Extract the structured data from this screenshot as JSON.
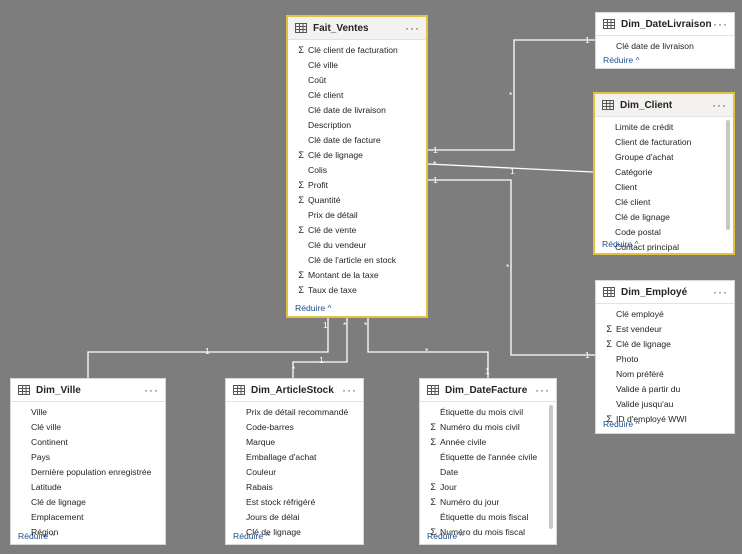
{
  "tables": {
    "fait_ventes": {
      "title": "Fait_Ventes",
      "fields": [
        {
          "sum": true,
          "name": "Clé client de facturation"
        },
        {
          "sum": false,
          "name": "Clé ville"
        },
        {
          "sum": false,
          "name": "Coût"
        },
        {
          "sum": false,
          "name": "Clé client"
        },
        {
          "sum": false,
          "name": "Clé date de livraison"
        },
        {
          "sum": false,
          "name": "Description"
        },
        {
          "sum": false,
          "name": "Clé date de facture"
        },
        {
          "sum": true,
          "name": "Clé de lignage"
        },
        {
          "sum": false,
          "name": "Colis"
        },
        {
          "sum": true,
          "name": "Profit"
        },
        {
          "sum": true,
          "name": "Quantité"
        },
        {
          "sum": false,
          "name": "Prix de détail"
        },
        {
          "sum": true,
          "name": "Clé de vente"
        },
        {
          "sum": false,
          "name": "Clé du vendeur"
        },
        {
          "sum": false,
          "name": "Clé de l'article en stock"
        },
        {
          "sum": true,
          "name": "Montant de la taxe"
        },
        {
          "sum": true,
          "name": "Taux de taxe"
        }
      ],
      "reduce": "Réduire ^"
    },
    "dim_datelivraison": {
      "title": "Dim_DateLivraison",
      "fields": [
        {
          "sum": false,
          "name": "Clé date de livraison"
        }
      ],
      "reduce": "Réduire ^"
    },
    "dim_client": {
      "title": "Dim_Client",
      "fields": [
        {
          "sum": false,
          "name": "Limite de crédit"
        },
        {
          "sum": false,
          "name": "Client de facturation"
        },
        {
          "sum": false,
          "name": "Groupe d'achat"
        },
        {
          "sum": false,
          "name": "Catégorie"
        },
        {
          "sum": false,
          "name": "Client"
        },
        {
          "sum": false,
          "name": "Clé client"
        },
        {
          "sum": false,
          "name": "Clé de lignage"
        },
        {
          "sum": false,
          "name": "Code postal"
        },
        {
          "sum": false,
          "name": "Contact principal"
        }
      ],
      "reduce": "Réduire ^"
    },
    "dim_employe": {
      "title": "Dim_Employé",
      "fields": [
        {
          "sum": false,
          "name": "Clé employé"
        },
        {
          "sum": true,
          "name": "Est vendeur"
        },
        {
          "sum": true,
          "name": "Clé de lignage"
        },
        {
          "sum": false,
          "name": "Photo"
        },
        {
          "sum": false,
          "name": "Nom préféré"
        },
        {
          "sum": false,
          "name": "Valide à partir du"
        },
        {
          "sum": false,
          "name": "Valide jusqu'au"
        },
        {
          "sum": true,
          "name": "ID d'employé WWI"
        }
      ],
      "reduce": "Réduire ^"
    },
    "dim_ville": {
      "title": "Dim_Ville",
      "fields": [
        {
          "sum": false,
          "name": "Ville"
        },
        {
          "sum": false,
          "name": "Clé ville"
        },
        {
          "sum": false,
          "name": "Continent"
        },
        {
          "sum": false,
          "name": "Pays"
        },
        {
          "sum": false,
          "name": "Dernière population enregistrée"
        },
        {
          "sum": false,
          "name": "Latitude"
        },
        {
          "sum": false,
          "name": "Clé de lignage"
        },
        {
          "sum": false,
          "name": "Emplacement"
        },
        {
          "sum": false,
          "name": "Région"
        }
      ],
      "reduce": "Réduire ^"
    },
    "dim_articlestock": {
      "title": "Dim_ArticleStock",
      "fields": [
        {
          "sum": false,
          "name": "Prix de détail recommandé"
        },
        {
          "sum": false,
          "name": "Code-barres"
        },
        {
          "sum": false,
          "name": "Marque"
        },
        {
          "sum": false,
          "name": "Emballage d'achat"
        },
        {
          "sum": false,
          "name": "Couleur"
        },
        {
          "sum": false,
          "name": "Rabais"
        },
        {
          "sum": false,
          "name": "Est stock réfrigéré"
        },
        {
          "sum": false,
          "name": "Jours de délai"
        },
        {
          "sum": false,
          "name": "Clé de lignage"
        }
      ],
      "reduce": "Réduire ^"
    },
    "dim_datefacture": {
      "title": "Dim_DateFacture",
      "fields": [
        {
          "sum": false,
          "name": "Étiquette du mois civil"
        },
        {
          "sum": true,
          "name": "Numéro du mois civil"
        },
        {
          "sum": true,
          "name": "Année civile"
        },
        {
          "sum": false,
          "name": "Étiquette de l'année civile"
        },
        {
          "sum": false,
          "name": "Date"
        },
        {
          "sum": true,
          "name": "Jour"
        },
        {
          "sum": true,
          "name": "Numéro du jour"
        },
        {
          "sum": false,
          "name": "Étiquette du mois fiscal"
        },
        {
          "sum": true,
          "name": "Numéro du mois fiscal"
        }
      ],
      "reduce": "Réduire ^"
    }
  },
  "relationships": {
    "one": "1",
    "many": "*"
  },
  "colors": {
    "canvas": "#7d7d7d",
    "selected_border": "#e3c241",
    "link": "#1f4e8c",
    "line": "#ffffff"
  },
  "icons": {
    "table": "table-icon",
    "more": "more-options-icon",
    "sigma": "sigma-icon",
    "collapse": "chevron-up-icon"
  }
}
